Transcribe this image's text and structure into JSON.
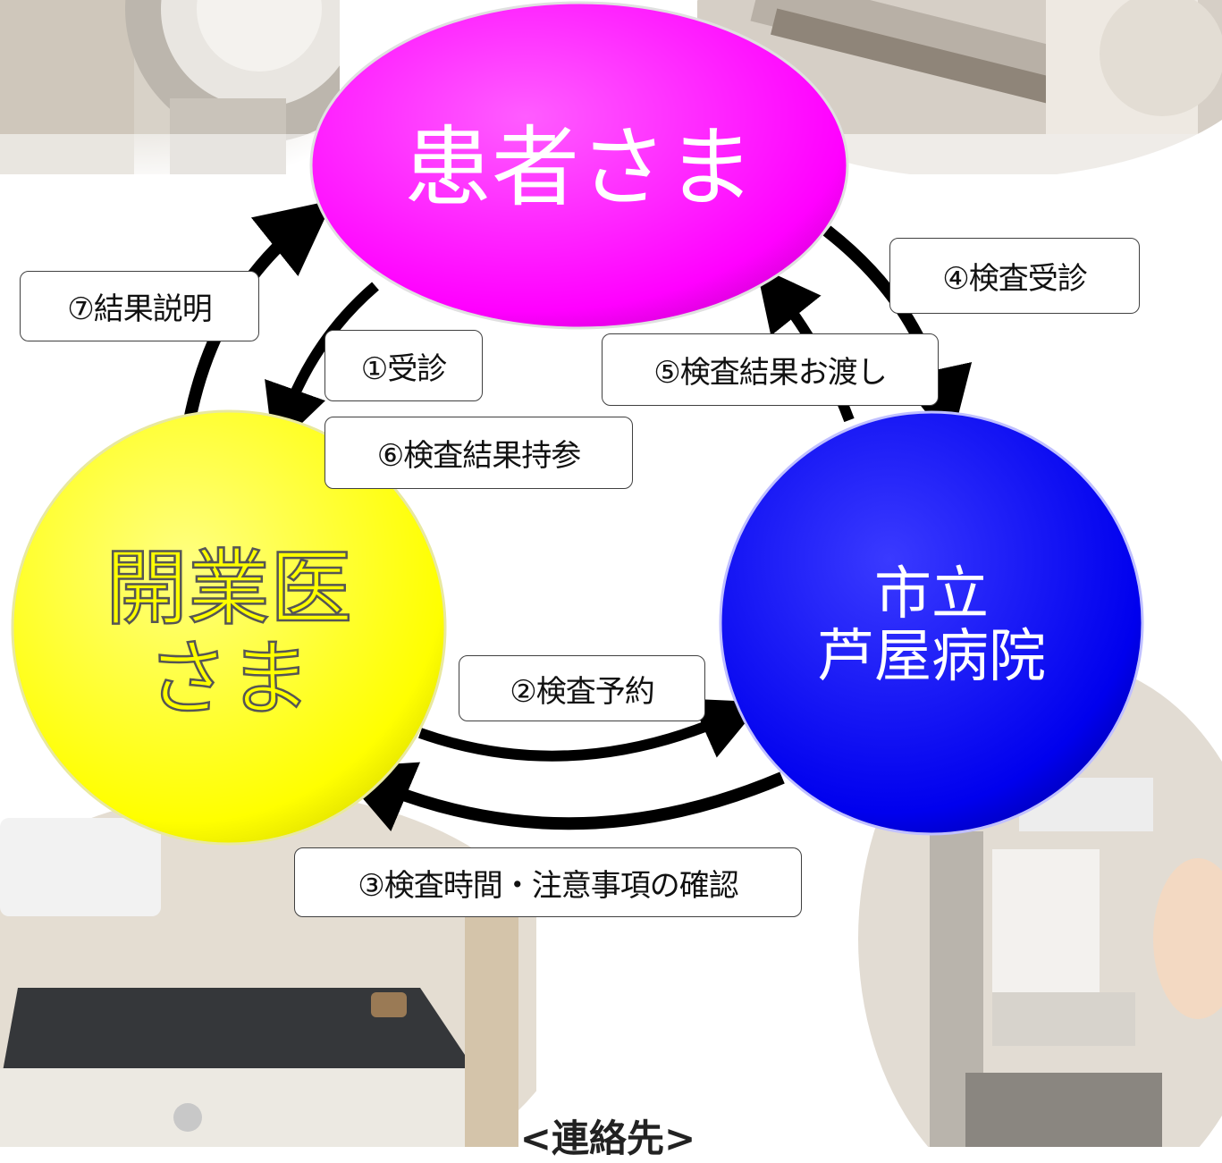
{
  "nodes": {
    "patient": {
      "label": "患者さま",
      "color": "#ff00ff"
    },
    "clinic": {
      "label_line1": "開業医",
      "label_line2": "さま",
      "color": "#ffff00"
    },
    "hospital": {
      "label_line1": "市立",
      "label_line2": "芦屋病院",
      "color": "#0000ee"
    }
  },
  "steps": {
    "s1": "①受診",
    "s2": "②検査予約",
    "s3": "③検査時間・注意事項の確認",
    "s4": "④検査受診",
    "s5": "⑤検査結果お渡し",
    "s6": "⑥検査結果持参",
    "s7": "⑦結果説明"
  },
  "footer": {
    "contact": "<連絡先>"
  },
  "photos": [
    "ct-scanner-photo",
    "mri-scanner-photo",
    "bone-densitometer-photo",
    "mammography-photo"
  ]
}
